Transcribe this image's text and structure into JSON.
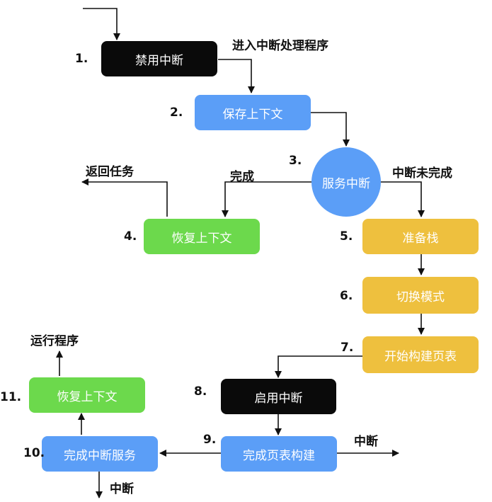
{
  "nodes": {
    "disable_interrupt": "禁用中断",
    "save_context": "保存上下文",
    "service_interrupt": "服务中断",
    "restore_context_top": "恢复上下文",
    "prepare_stack": "准备栈",
    "switch_mode": "切换模式",
    "start_build_page_table": "开始构建页表",
    "enable_interrupt": "启用中断",
    "finish_build_page_table": "完成页表构建",
    "finish_interrupt_service": "完成中断服务",
    "restore_context_bottom": "恢复上下文"
  },
  "steps": [
    "1.",
    "2.",
    "3.",
    "4.",
    "5.",
    "6.",
    "7.",
    "8.",
    "9.",
    "10.",
    "11."
  ],
  "labels": {
    "enter_handler": "进入中断处理程序",
    "return_task": "返回任务",
    "complete": "完成",
    "interrupt_incomplete": "中断未完成",
    "run_program": "运行程序",
    "interrupt_right": "中断",
    "interrupt_bottom": "中断"
  },
  "colors": {
    "black": "#0a0a0a",
    "blue": "#5b9ef7",
    "green": "#6cd94c",
    "yellow": "#eec03e"
  }
}
